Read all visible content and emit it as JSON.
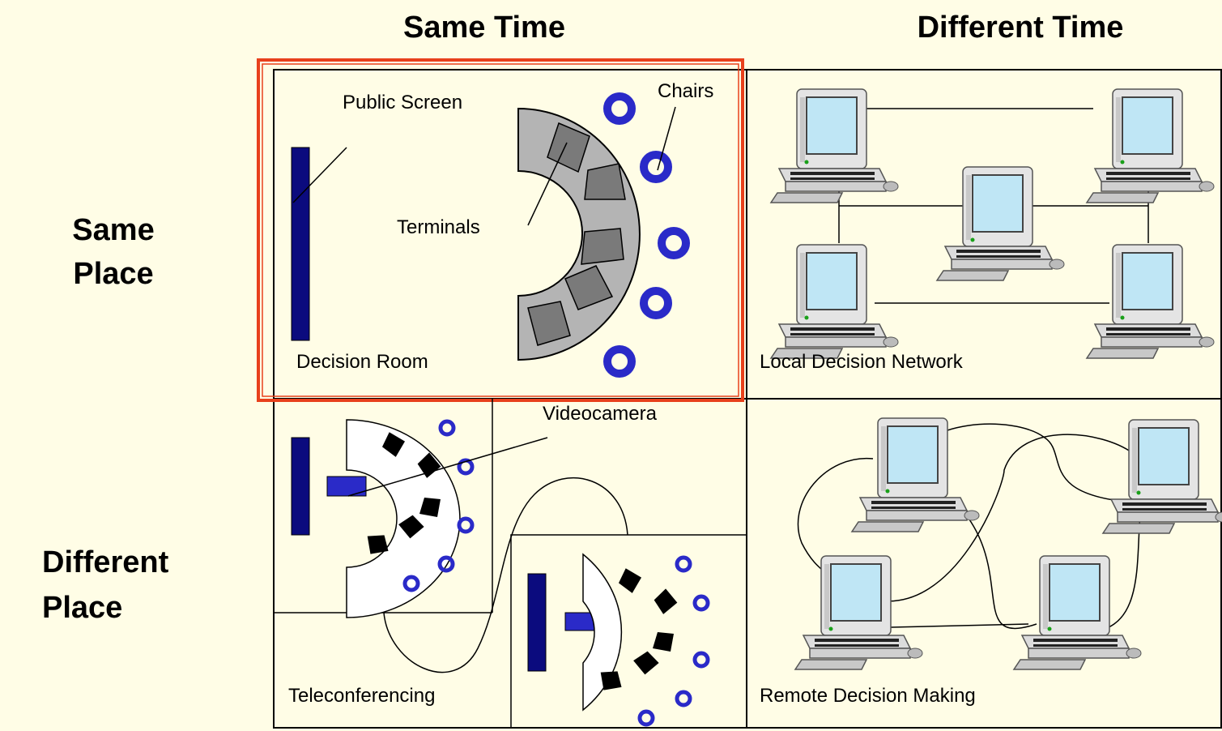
{
  "headers": {
    "col_same_time": "Same Time",
    "col_different_time": "Different Time",
    "row_same_place_line1": "Same",
    "row_same_place_line2": "Place",
    "row_different_place_line1": "Different",
    "row_different_place_line2": "Place"
  },
  "cells": {
    "decision_room": {
      "caption": "Decision Room",
      "public_screen": "Public Screen",
      "terminals": "Terminals",
      "chairs": "Chairs"
    },
    "local_network": {
      "caption": "Local Decision Network"
    },
    "teleconferencing": {
      "caption": "Teleconferencing",
      "videocamera": "Videocamera"
    },
    "remote": {
      "caption": "Remote Decision Making"
    }
  },
  "colors": {
    "background": "#fffde6",
    "highlight": "#e8401c",
    "screen_blue": "#0b0b7e",
    "chair_blue": "#2a2ac8",
    "console_grey": "#b4b4b4",
    "terminal_grey": "#7a7a7a",
    "monitor_screen": "#bfe6f5"
  },
  "icons": [
    "computer-icon",
    "chair-icon",
    "videocamera-icon",
    "public-screen-icon"
  ]
}
